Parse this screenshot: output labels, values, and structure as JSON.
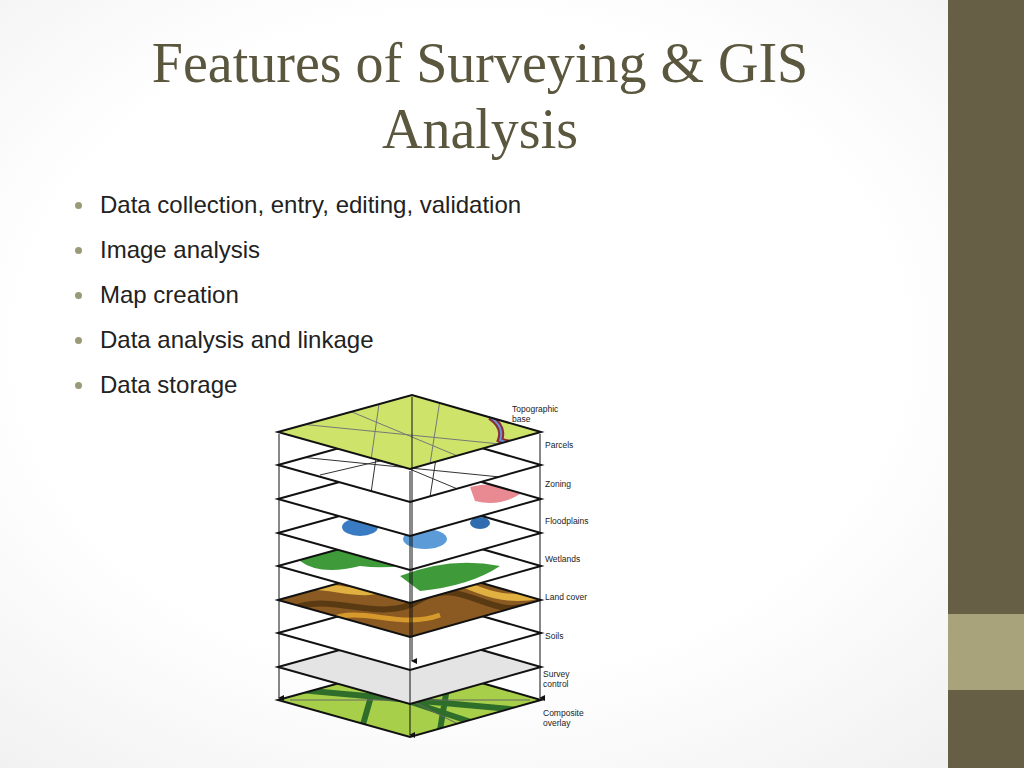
{
  "diagram": {
    "title": "Features of Surveying & GIS Analysis",
    "labels": [
      "Data collection, entry, editing, validation",
      "Image analysis",
      "Map creation",
      "Data analysis and linkage",
      "Data storage",
      "Topographic base",
      "Parcels",
      "Zoning",
      "Floodplains",
      "Wetlands",
      "Land cover",
      "Soils",
      "Survey control",
      "Composite overlay"
    ]
  }
}
